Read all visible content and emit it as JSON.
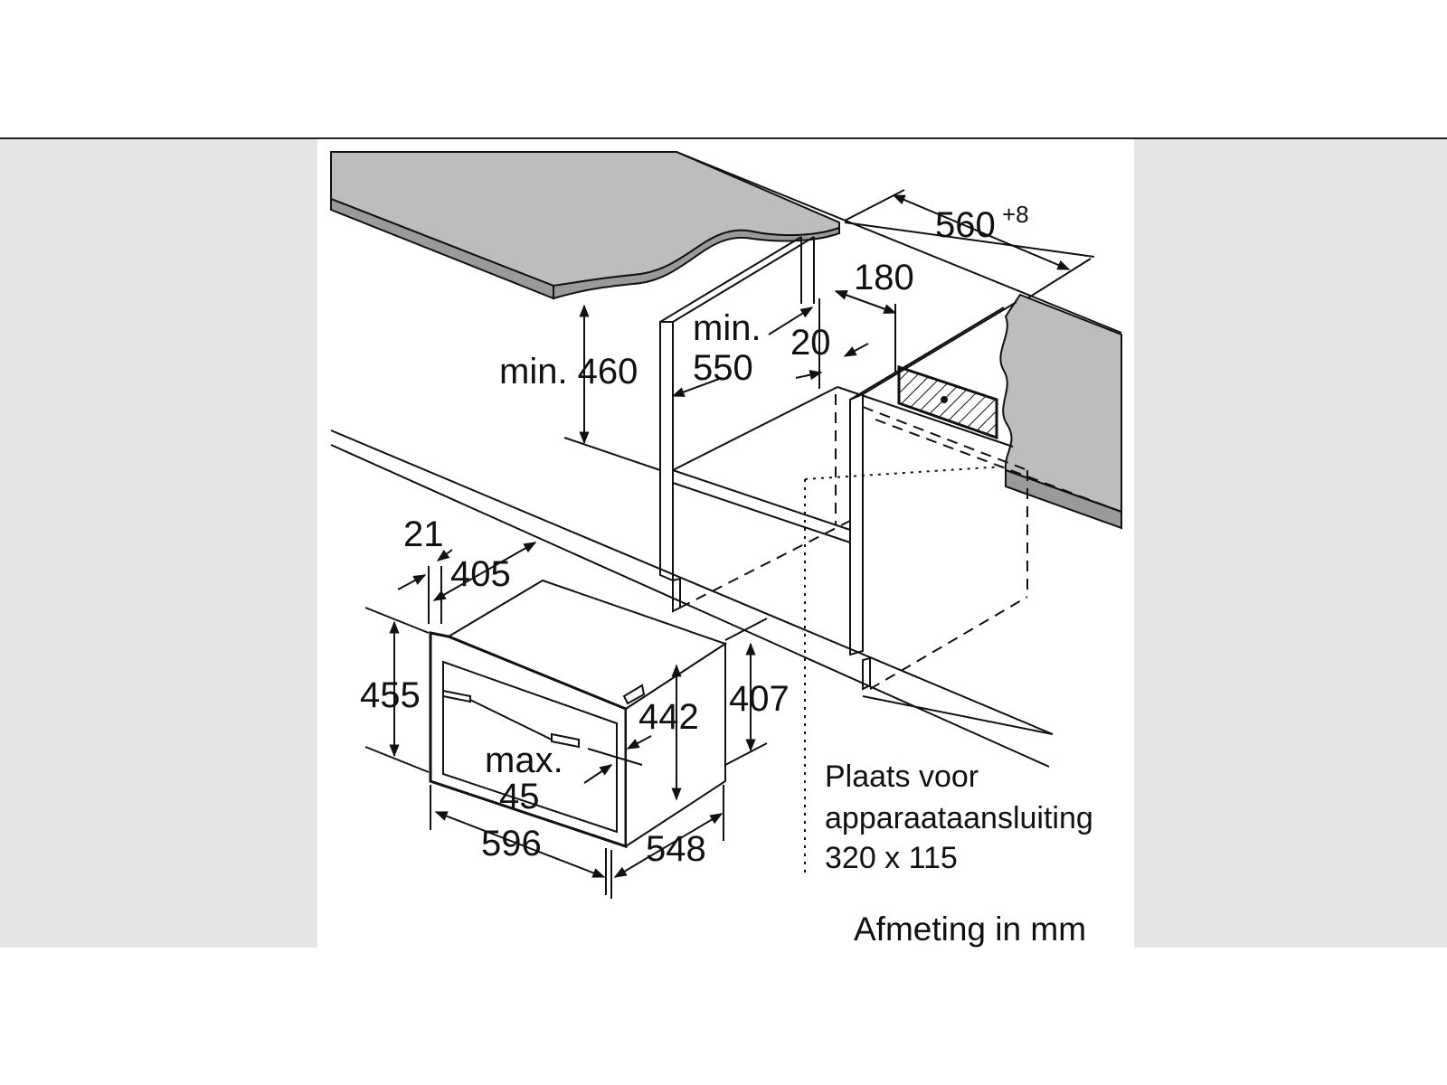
{
  "diagram": {
    "dimensions": {
      "niche_width": "560",
      "niche_width_tol": "+8",
      "d180": "180",
      "d20": "20",
      "min_460": "min. 460",
      "min_label": "min.",
      "min_550": "550",
      "d21": "21",
      "d405": "405",
      "d455": "455",
      "d442": "442",
      "d407": "407",
      "max_label": "max.",
      "max_45": "45",
      "d596": "596",
      "d548": "548"
    },
    "connection_note": {
      "line1": "Plaats voor",
      "line2": "apparaataansluiting",
      "line3": "320 x 115"
    },
    "unit_note": "Afmeting in mm"
  }
}
